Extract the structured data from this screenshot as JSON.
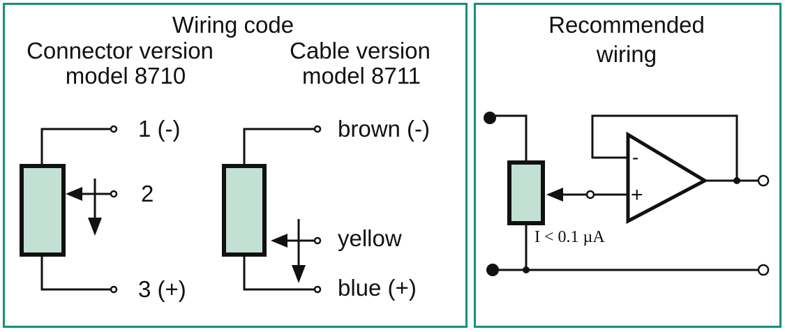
{
  "left_panel": {
    "title": "Wiring code",
    "connector": {
      "heading": "Connector version",
      "model": "model 8710",
      "pins": [
        "1 (-)",
        "2",
        "3 (+)"
      ]
    },
    "cable": {
      "heading": "Cable version",
      "model": "model 8711",
      "wires": [
        "brown (-)",
        "yellow",
        "blue (+)"
      ]
    }
  },
  "right_panel": {
    "title_line1": "Recommended",
    "title_line2": "wiring",
    "current_note": "I < 0.1 µA",
    "opamp_minus": "-",
    "opamp_plus": "+"
  },
  "colors": {
    "border": "#14907a",
    "resistor_fill": "#c3e0d4"
  }
}
